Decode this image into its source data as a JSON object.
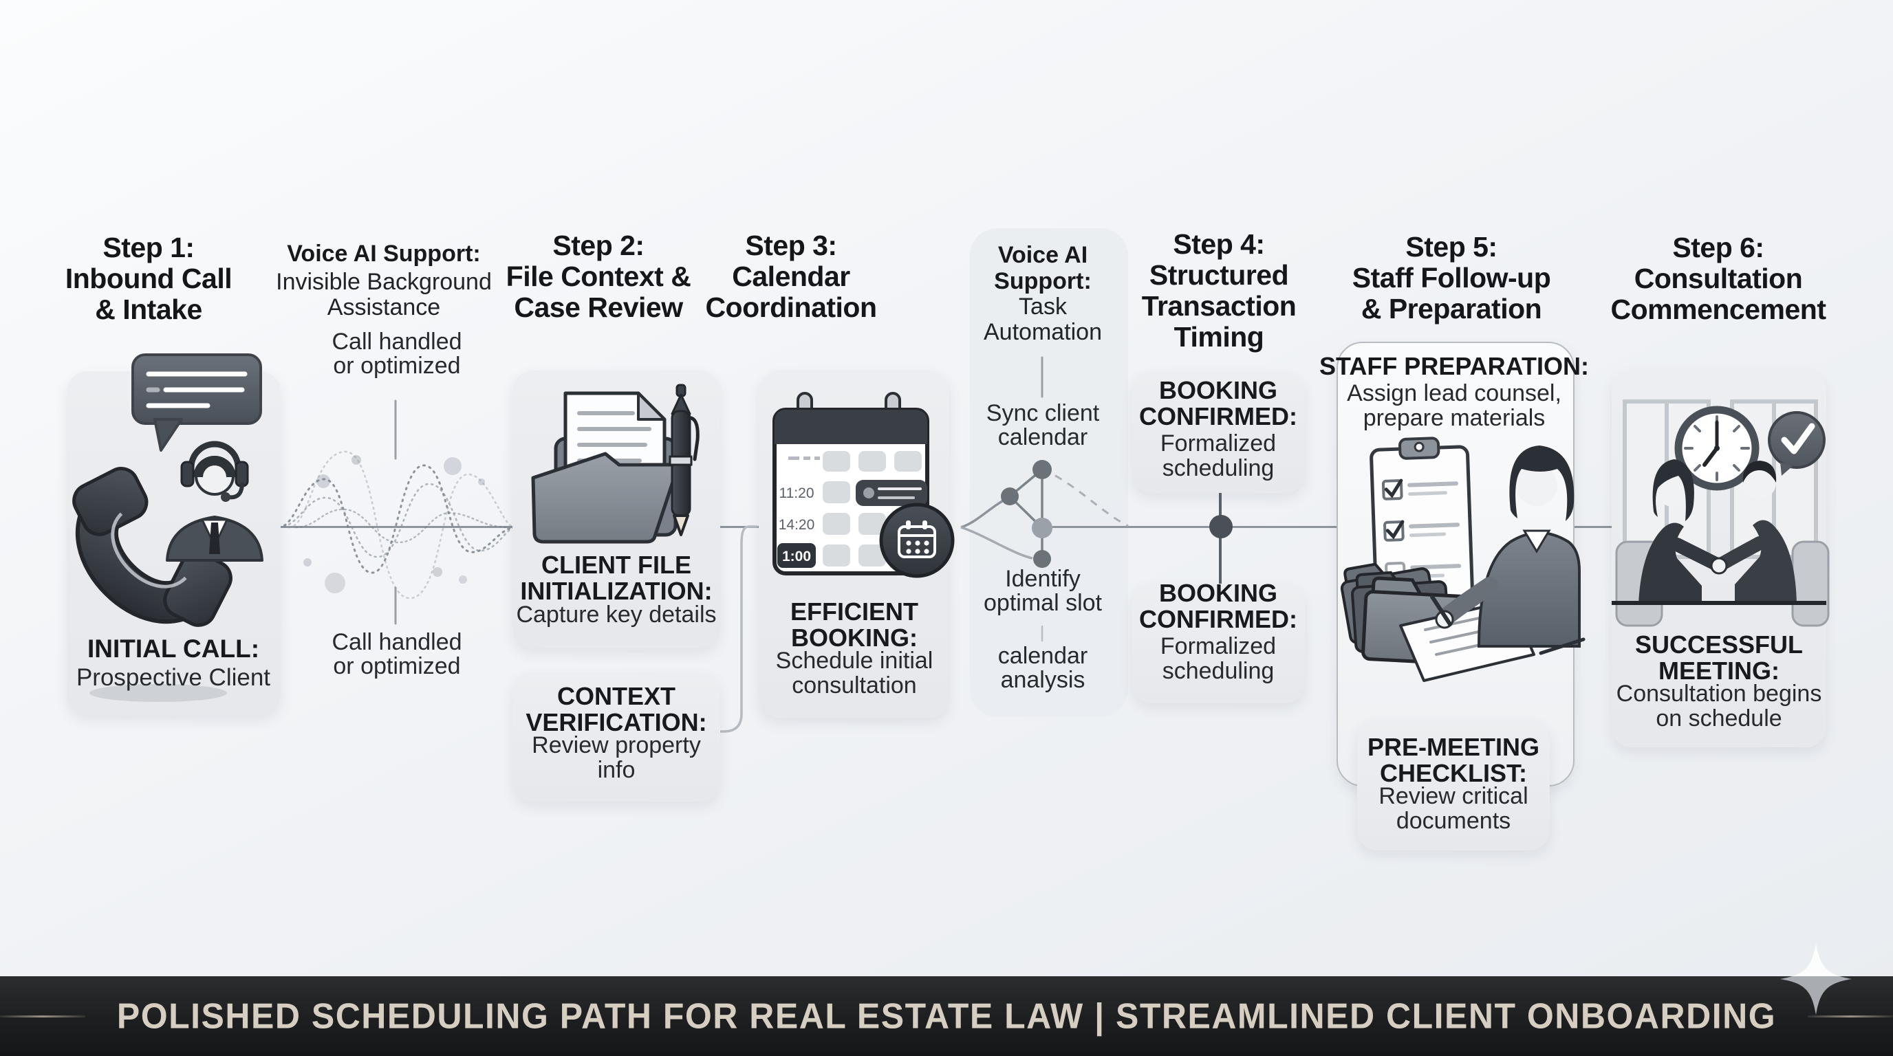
{
  "step1": {
    "title": "Step 1:\nInbound Call\n& Intake",
    "card_title": "INITIAL CALL:",
    "card_text": "Prospective Client",
    "icons": [
      "speech-bubble-icon",
      "phone-handset-icon",
      "support-agent-icon"
    ]
  },
  "voice1": {
    "title": "Voice AI Support:",
    "subtitle": "Invisible Background\nAssistance",
    "note_top": "Call handled\nor optimized",
    "note_bottom": "Call handled\nor optimized",
    "icons": [
      "voice-waveform-icon"
    ]
  },
  "step2": {
    "title": "Step 2:\nFile Context &\nCase Review",
    "card1_title": "CLIENT FILE\nINITIALIZATION:",
    "card1_text": "Capture key details",
    "card2_title": "CONTEXT\nVERIFICATION:",
    "card2_text": "Review property\ninfo",
    "icons": [
      "folder-icon",
      "document-icon",
      "pen-icon"
    ]
  },
  "step3": {
    "title": "Step 3:\nCalendar\nCoordination",
    "card_title": "EFFICIENT\nBOOKING:",
    "card_text": "Schedule initial\nconsultation",
    "times": [
      "11:20",
      "14:20",
      "1:00"
    ],
    "icons": [
      "calendar-icon",
      "calendar-badge-icon"
    ]
  },
  "voice2": {
    "title": "Voice AI\nSupport:",
    "subtitle": "Task\nAutomation",
    "note1": "Sync client\ncalendar",
    "note2": "Identify\noptimal slot",
    "note3": "calendar\nanalysis",
    "icons": [
      "decision-nodes-icon"
    ]
  },
  "step4": {
    "title": "Step 4:\nStructured\nTransaction\nTiming",
    "card1_title": "BOOKING\nCONFIRMED:",
    "card1_text": "Formalized\nscheduling",
    "card2_title": "BOOKING\nCONFIRMED:",
    "card2_text": "Formalized\nscheduling",
    "icons": [
      "timeline-node-icon"
    ]
  },
  "step5": {
    "title": "Step 5:\nStaff Follow-up\n& Preparation",
    "card_title": "STAFF PREPARATION:",
    "card_text": "Assign lead counsel,\nprepare materials",
    "card2_title": "PRE-MEETING\nCHECKLIST:",
    "card2_text": "Review critical\ndocuments",
    "icons": [
      "clipboard-checklist-icon",
      "folder-stack-icon",
      "writing-person-icon"
    ]
  },
  "step6": {
    "title": "Step 6:\nConsultation\nCommencement",
    "card_title": "SUCCESSFUL\nMEETING:",
    "card_text": "Consultation begins\non schedule",
    "icons": [
      "wall-clock-icon",
      "checkmark-bubble-icon",
      "handshake-meeting-icon"
    ]
  },
  "banner": {
    "title": "POLISHED SCHEDULING PATH FOR REAL ESTATE LAW | STREAMLINED CLIENT ONBOARDING"
  },
  "colors": {
    "background": "#eef1f4",
    "card": "#e9ebee",
    "panel": "#eceef1",
    "line": "#8d949b",
    "dark_icon": "#3a3f46",
    "banner_bg": "#1c1e20",
    "banner_text": "#d6cfc1"
  }
}
